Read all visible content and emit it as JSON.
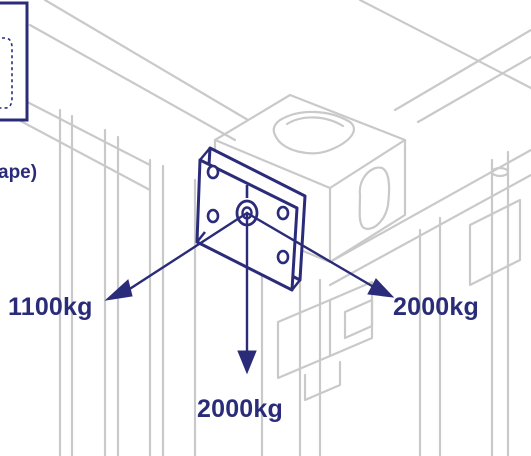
{
  "inset_label_fragment": "ape)",
  "loads": {
    "left": "1100kg",
    "down": "2000kg",
    "right": "2000kg"
  },
  "colors": {
    "accent": "#2b2c79",
    "line_art": "#c9c9c9",
    "background": "#ffffff"
  }
}
